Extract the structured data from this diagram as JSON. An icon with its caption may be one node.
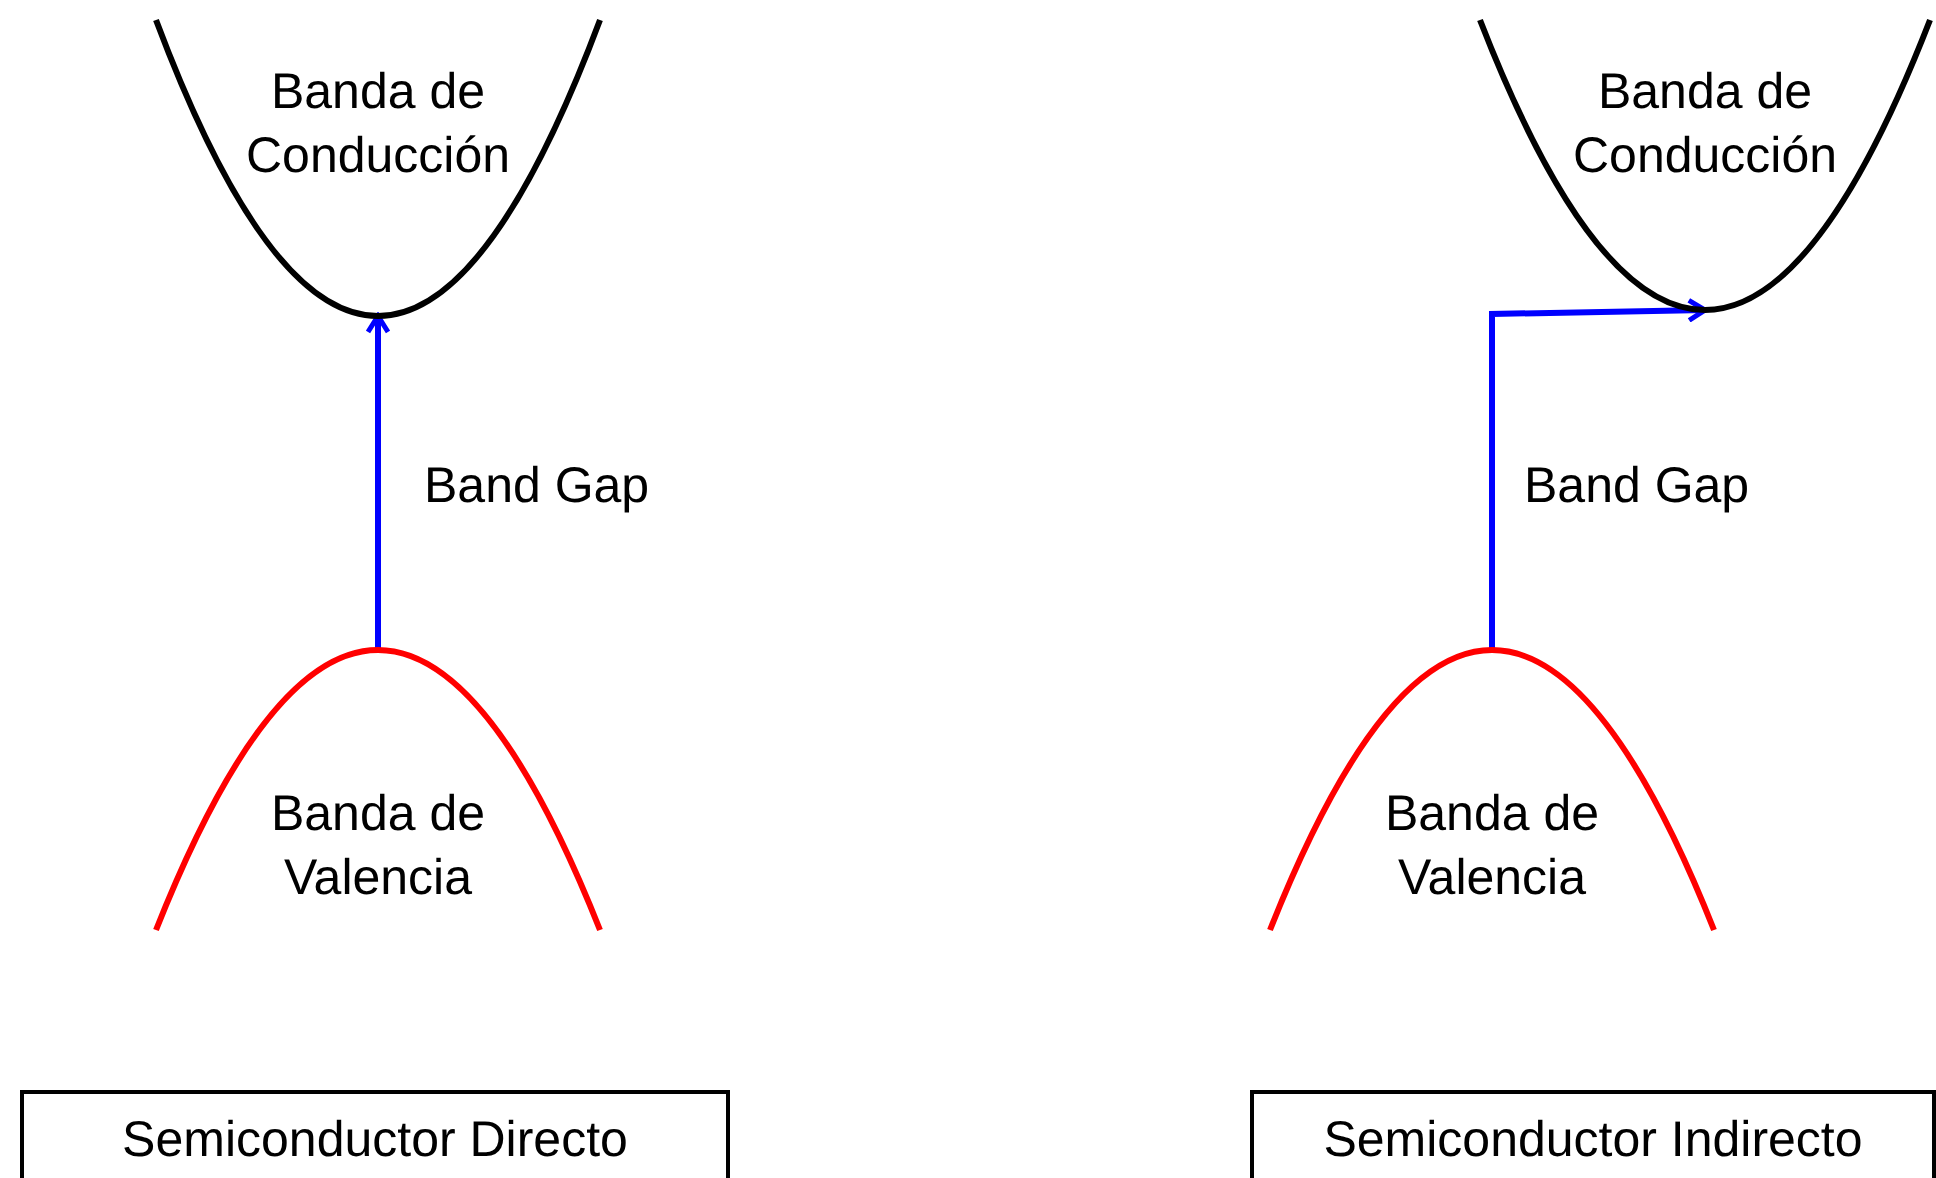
{
  "diagram": {
    "nodes": [
      {
        "text": [
          "Banda de Conducción"
        ]
      },
      {
        "text": [
          "Banda de Valencia"
        ]
      },
      {
        "text": [
          "Semiconductor Directo"
        ]
      },
      {
        "text": [
          "Banda de Conducción"
        ]
      },
      {
        "text": [
          "Banda de Valencia"
        ]
      },
      {
        "text": [
          "Semiconductor Indirecto"
        ]
      }
    ],
    "edges": [
      {
        "from": 1,
        "to": 0,
        "arrow": "to",
        "label": "Band Gap"
      },
      {
        "from": 4,
        "to": 3,
        "arrow": "to",
        "label": "Band Gap"
      }
    ]
  }
}
